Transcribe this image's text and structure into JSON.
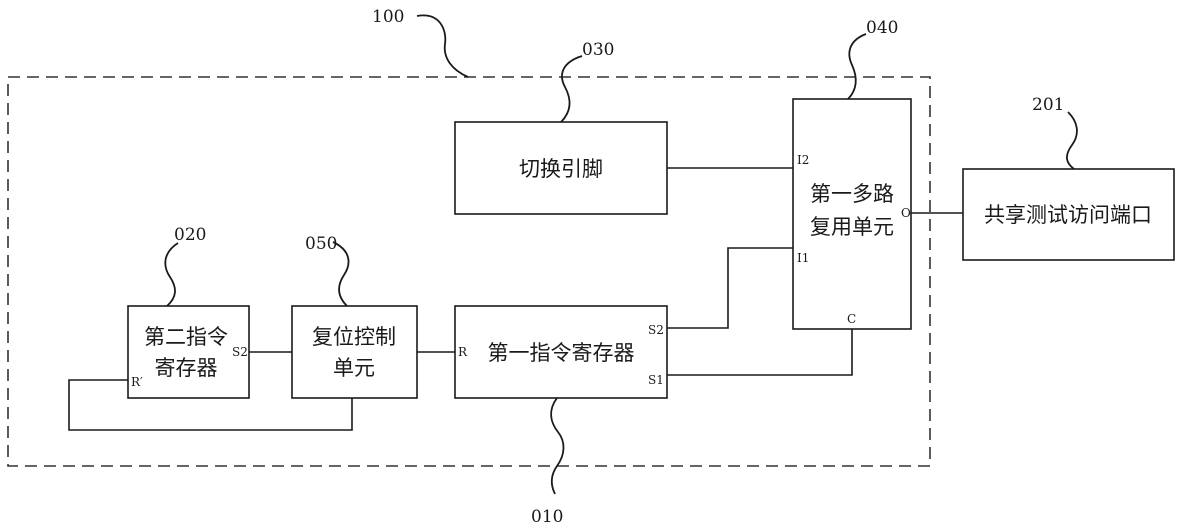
{
  "refs": {
    "system": "100",
    "switch_pin": "030",
    "mux": "040",
    "shared_port": "201",
    "second_reg": "020",
    "reset_ctrl": "050",
    "first_reg": "010"
  },
  "blocks": {
    "switch_pin": "切换引脚",
    "mux_line1": "第一多路",
    "mux_line2": "复用单元",
    "shared_port": "共享测试访问端口",
    "second_reg_line1": "第二指令",
    "second_reg_line2": "寄存器",
    "reset_ctrl_line1": "复位控制",
    "reset_ctrl_line2": "单元",
    "first_reg": "第一指令寄存器"
  },
  "pins": {
    "mux_i2": "I2",
    "mux_i1": "I1",
    "mux_o": "O",
    "mux_c": "C",
    "second_reg_s2": "S2",
    "second_reg_r": "R′",
    "first_reg_r": "R",
    "first_reg_s2": "S2",
    "first_reg_s1": "S1"
  }
}
